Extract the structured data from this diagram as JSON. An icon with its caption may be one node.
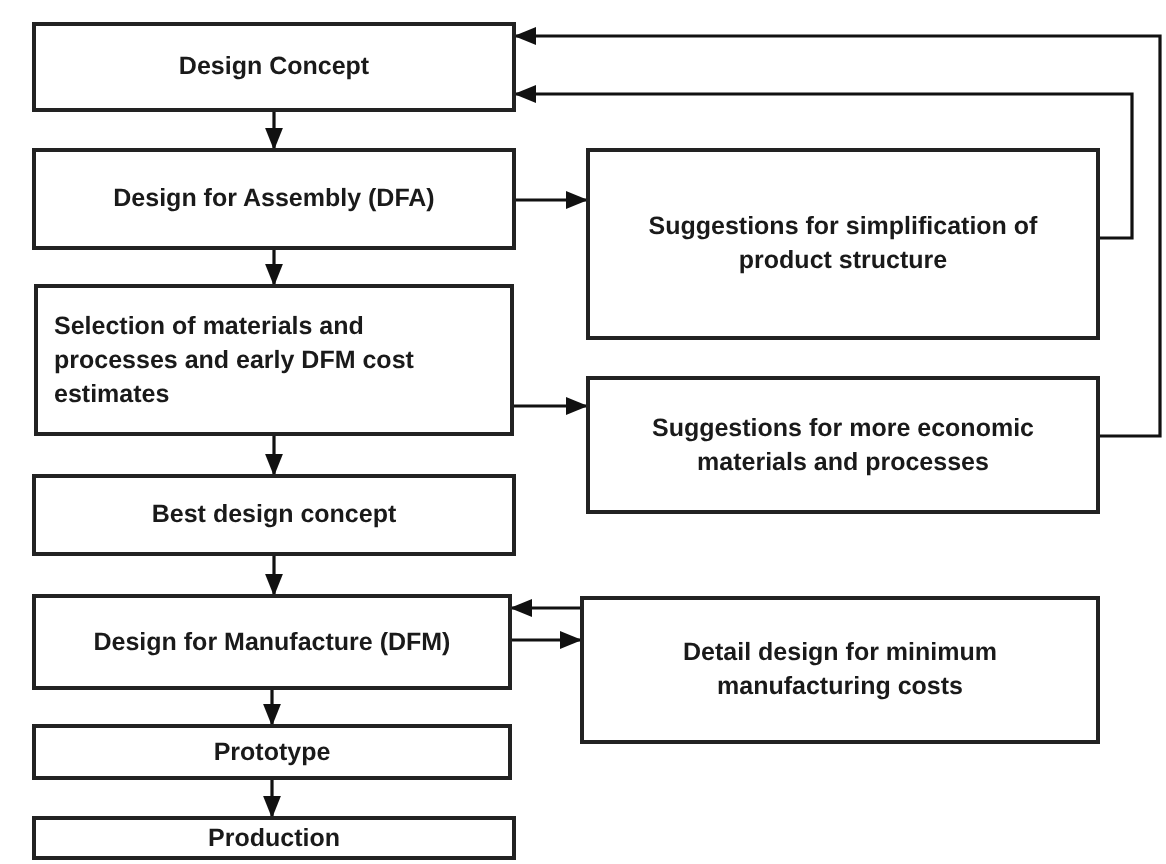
{
  "diagram": {
    "nodes": [
      {
        "text": [
          "Design Concept"
        ]
      },
      {
        "text": [
          "Design for Assembly (DFA)"
        ]
      },
      {
        "text": [
          "Selection of materials and processes and early DFM cost estimates"
        ]
      },
      {
        "text": [
          "Best design concept"
        ]
      },
      {
        "text": [
          "Design for Manufacture (DFM)"
        ]
      },
      {
        "text": [
          "Prototype"
        ]
      },
      {
        "text": [
          "Production"
        ]
      },
      {
        "text": [
          "Suggestions for simplification of product structure"
        ]
      },
      {
        "text": [
          "Suggestions for more economic materials and processes"
        ]
      },
      {
        "text": [
          "Detail design for minimum manufacturing costs"
        ]
      }
    ],
    "edges": [
      {
        "from": 0,
        "to": 1,
        "arrow": "to"
      },
      {
        "from": 1,
        "to": 2,
        "arrow": "to"
      },
      {
        "from": 2,
        "to": 3,
        "arrow": "to"
      },
      {
        "from": 3,
        "to": 4,
        "arrow": "to"
      },
      {
        "from": 4,
        "to": 5,
        "arrow": "to"
      },
      {
        "from": 5,
        "to": 6,
        "arrow": "to"
      },
      {
        "from": 1,
        "to": 7,
        "arrow": "to"
      },
      {
        "from": 2,
        "to": 8,
        "arrow": "to"
      },
      {
        "from": 7,
        "to": 0,
        "arrow": "to"
      },
      {
        "from": 8,
        "to": 0,
        "arrow": "to"
      },
      {
        "from": 9,
        "to": 4,
        "arrow": "to"
      },
      {
        "from": 4,
        "to": 9,
        "arrow": "to"
      }
    ]
  }
}
